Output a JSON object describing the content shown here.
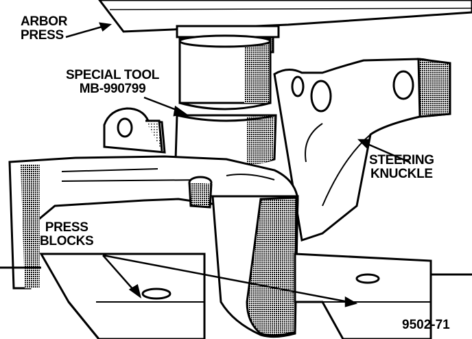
{
  "labels": {
    "arbor_press": [
      "ARBOR",
      "PRESS"
    ],
    "special_tool": [
      "SPECIAL TOOL",
      "MB-990799"
    ],
    "steering_knuckle": [
      "STEERING",
      "KNUCKLE"
    ],
    "press_blocks": [
      "PRESS",
      "BLOCKS"
    ],
    "figure_number": "9502-71"
  },
  "colors": {
    "ink": "#000000",
    "paper": "#ffffff",
    "shade": "#6b6b6b"
  }
}
